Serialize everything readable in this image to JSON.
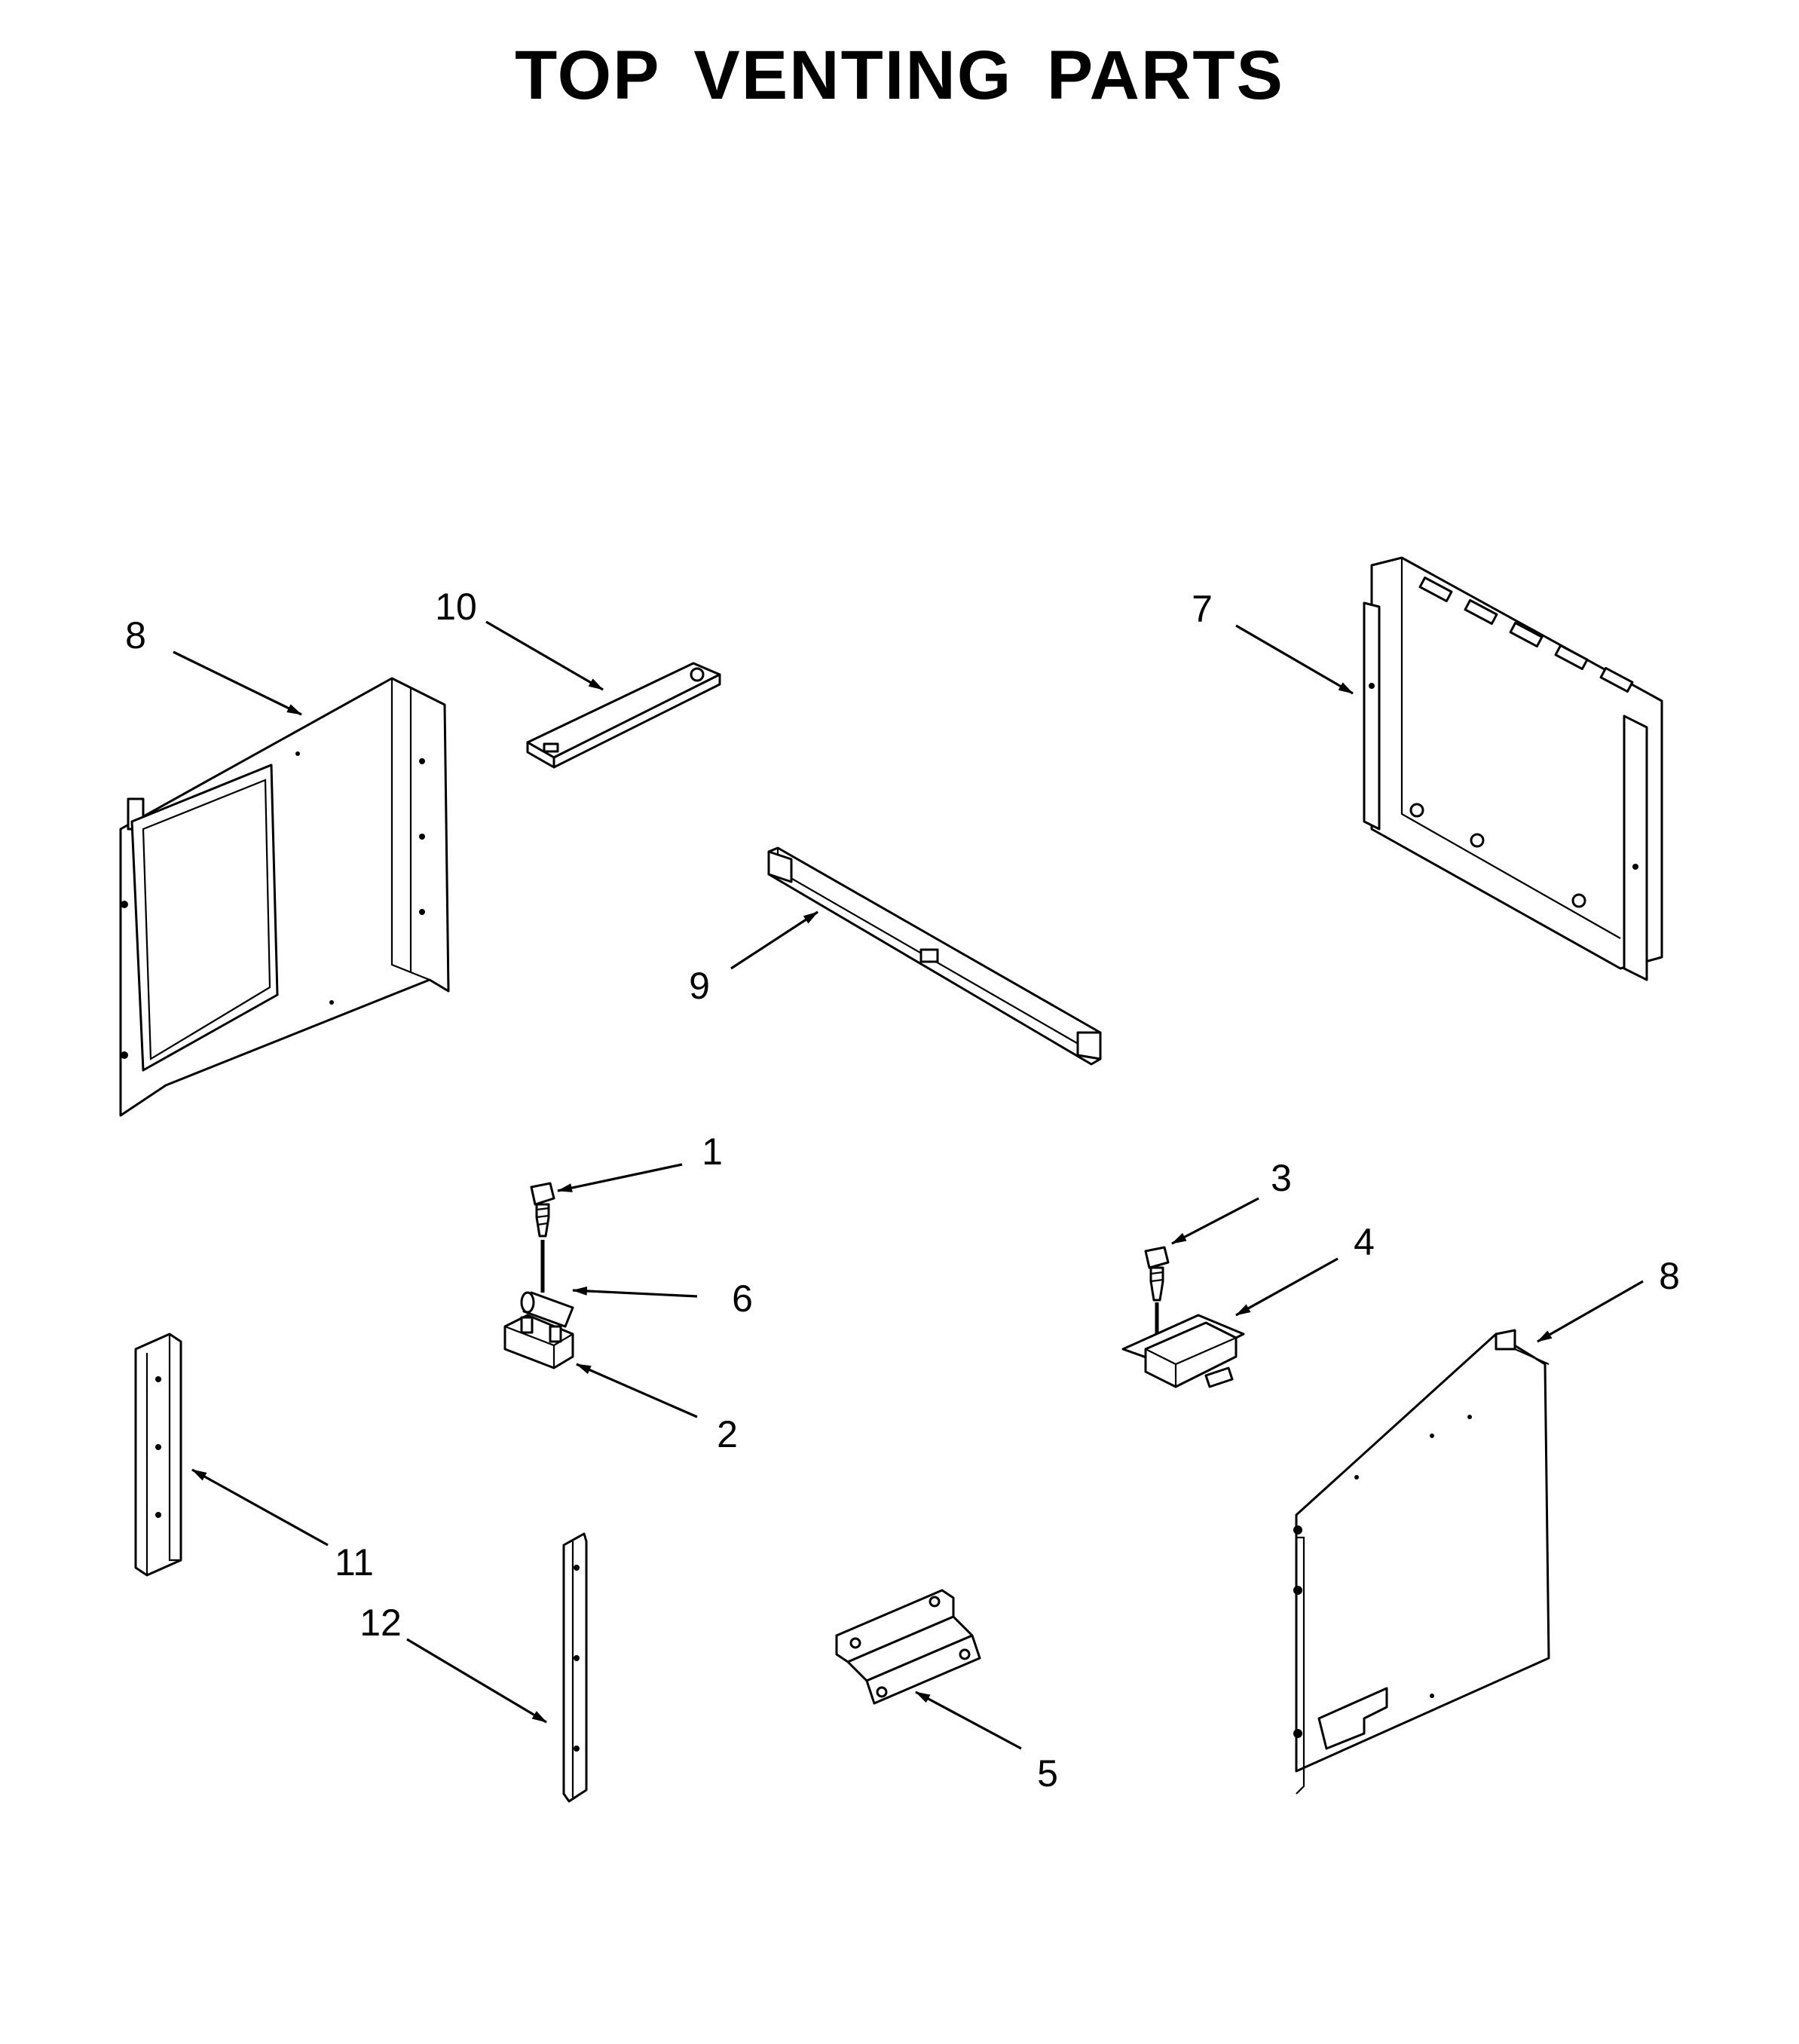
{
  "title": "TOP VENTING PARTS",
  "callouts": [
    {
      "id": "callout-8-left",
      "label": "8"
    },
    {
      "id": "callout-10",
      "label": "10"
    },
    {
      "id": "callout-7",
      "label": "7"
    },
    {
      "id": "callout-9",
      "label": "9"
    },
    {
      "id": "callout-1",
      "label": "1"
    },
    {
      "id": "callout-6",
      "label": "6"
    },
    {
      "id": "callout-2",
      "label": "2"
    },
    {
      "id": "callout-3",
      "label": "3"
    },
    {
      "id": "callout-4",
      "label": "4"
    },
    {
      "id": "callout-8-right",
      "label": "8"
    },
    {
      "id": "callout-11",
      "label": "11"
    },
    {
      "id": "callout-12",
      "label": "12"
    },
    {
      "id": "callout-5",
      "label": "5"
    }
  ]
}
